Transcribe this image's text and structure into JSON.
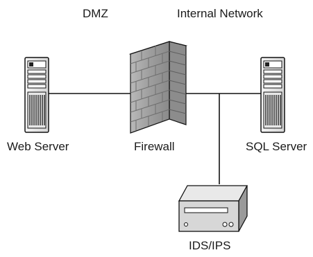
{
  "zones": {
    "dmz": "DMZ",
    "internal": "Internal Network"
  },
  "nodes": {
    "web_server": "Web Server",
    "firewall": "Firewall",
    "sql_server": "SQL Server",
    "ids_ips": "IDS/IPS"
  }
}
